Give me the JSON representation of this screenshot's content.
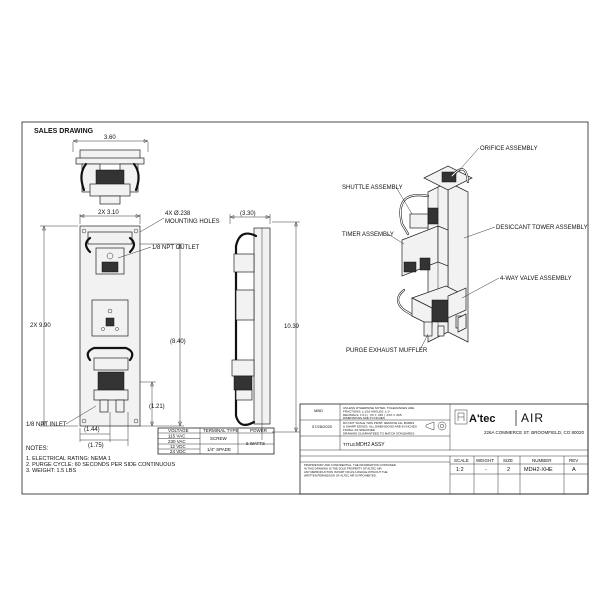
{
  "sheet_title": "SALES DRAWING",
  "dimensions": {
    "top_width": "3.60",
    "front_width": "2X 3.10",
    "front_height": "2X 9.90",
    "mid_height": "(8.40)",
    "bottom_offset": "(1.21)",
    "left_offset": "(1.44)",
    "right_offset": "(1.75)",
    "side_depth": "(3.30)",
    "overall_height": "10.39"
  },
  "callouts": {
    "mounting_holes": [
      "4X Ø.238",
      "MOUNTING HOLES"
    ],
    "npt_outlet": "1/8 NPT OUTLET",
    "npt_inlet": "1/8 NPT INLET",
    "orifice": "ORIFICE ASSEMBLY",
    "shuttle": "SHUTTLE ASSEMBLY",
    "timer": "TIMER ASSEMBLY",
    "desiccant": "DESICCANT TOWER ASSEMBLY",
    "valve": "4-WAY VALVE ASSEMBLY",
    "muffler": "PURGE EXHAUST MUFFLER"
  },
  "voltage_table": {
    "headers": [
      "VOLTAGE",
      "TERMINAL TYPE",
      "POWER"
    ],
    "voltages": [
      "115 VAC",
      "230 VAC",
      "12 VDC",
      "24 VDC"
    ],
    "terminal_types": [
      "SCREW",
      "1/4\" SPADE"
    ],
    "power": "6 WATTS"
  },
  "notes": {
    "heading": "NOTES:",
    "items": [
      "1.   ELECTRICAL RATING: NEMA 1",
      "2.   PURGE CYCLE: 60 SECONDS PER SIDE CONTINUOUS",
      "3.   WEIGHT: 1.5 LBS"
    ]
  },
  "title_block": {
    "drawn_by": "MBD",
    "date": "07/28/2020",
    "tolerance_lines": [
      "UNLESS OTHERWISE NOTED, TOLERANCES ARE:",
      "FRACTIONS: ± 1/16    ANGLES: ± 1°",
      "DECIMALS:  ± 0.1  |  .XX ± .015  |  .XXX ± .005",
      "DIMENSIONS ARE IN INCHES"
    ],
    "notice_lines": [
      "DO NOT SCALE THIS PRINT. REMOVE ALL BURRS",
      "& SHARP EDGES. ALL DIMENSIONS ARE IN INCHES",
      "FINISH: AS SPECIFIED",
      "DRAWING GUARANTEED TO MATCH STANDARDS"
    ],
    "title_label": "TITLE:",
    "title": "MDH2 ASSY",
    "logo_text": "A'tec",
    "logo_air": "AIR",
    "address": "226A COMMERCE ST. BROOMFIELD, CO 80020",
    "proprietary_lines": [
      "PROPRIETARY AND CONFIDENTIAL. THE INFORMATION CONTAINED",
      "IN THIS DRAWING IS THE SOLE PROPERTY OF ALTEC AIR.",
      "ANY REPRODUCTION IN PART OR AS A WHOLE WITHOUT THE",
      "WRITTEN PERMISSION OF ALTEC AIR IS PROHIBITED."
    ],
    "scale_label": "SCALE",
    "scale": "1:2",
    "weight_label": "WEIGHT",
    "weight": "-",
    "size_label": "SIZE",
    "size": "2",
    "number_label": "NUMBER",
    "number": "MDH2-XHE",
    "rev_label": "REV",
    "rev": "A"
  }
}
